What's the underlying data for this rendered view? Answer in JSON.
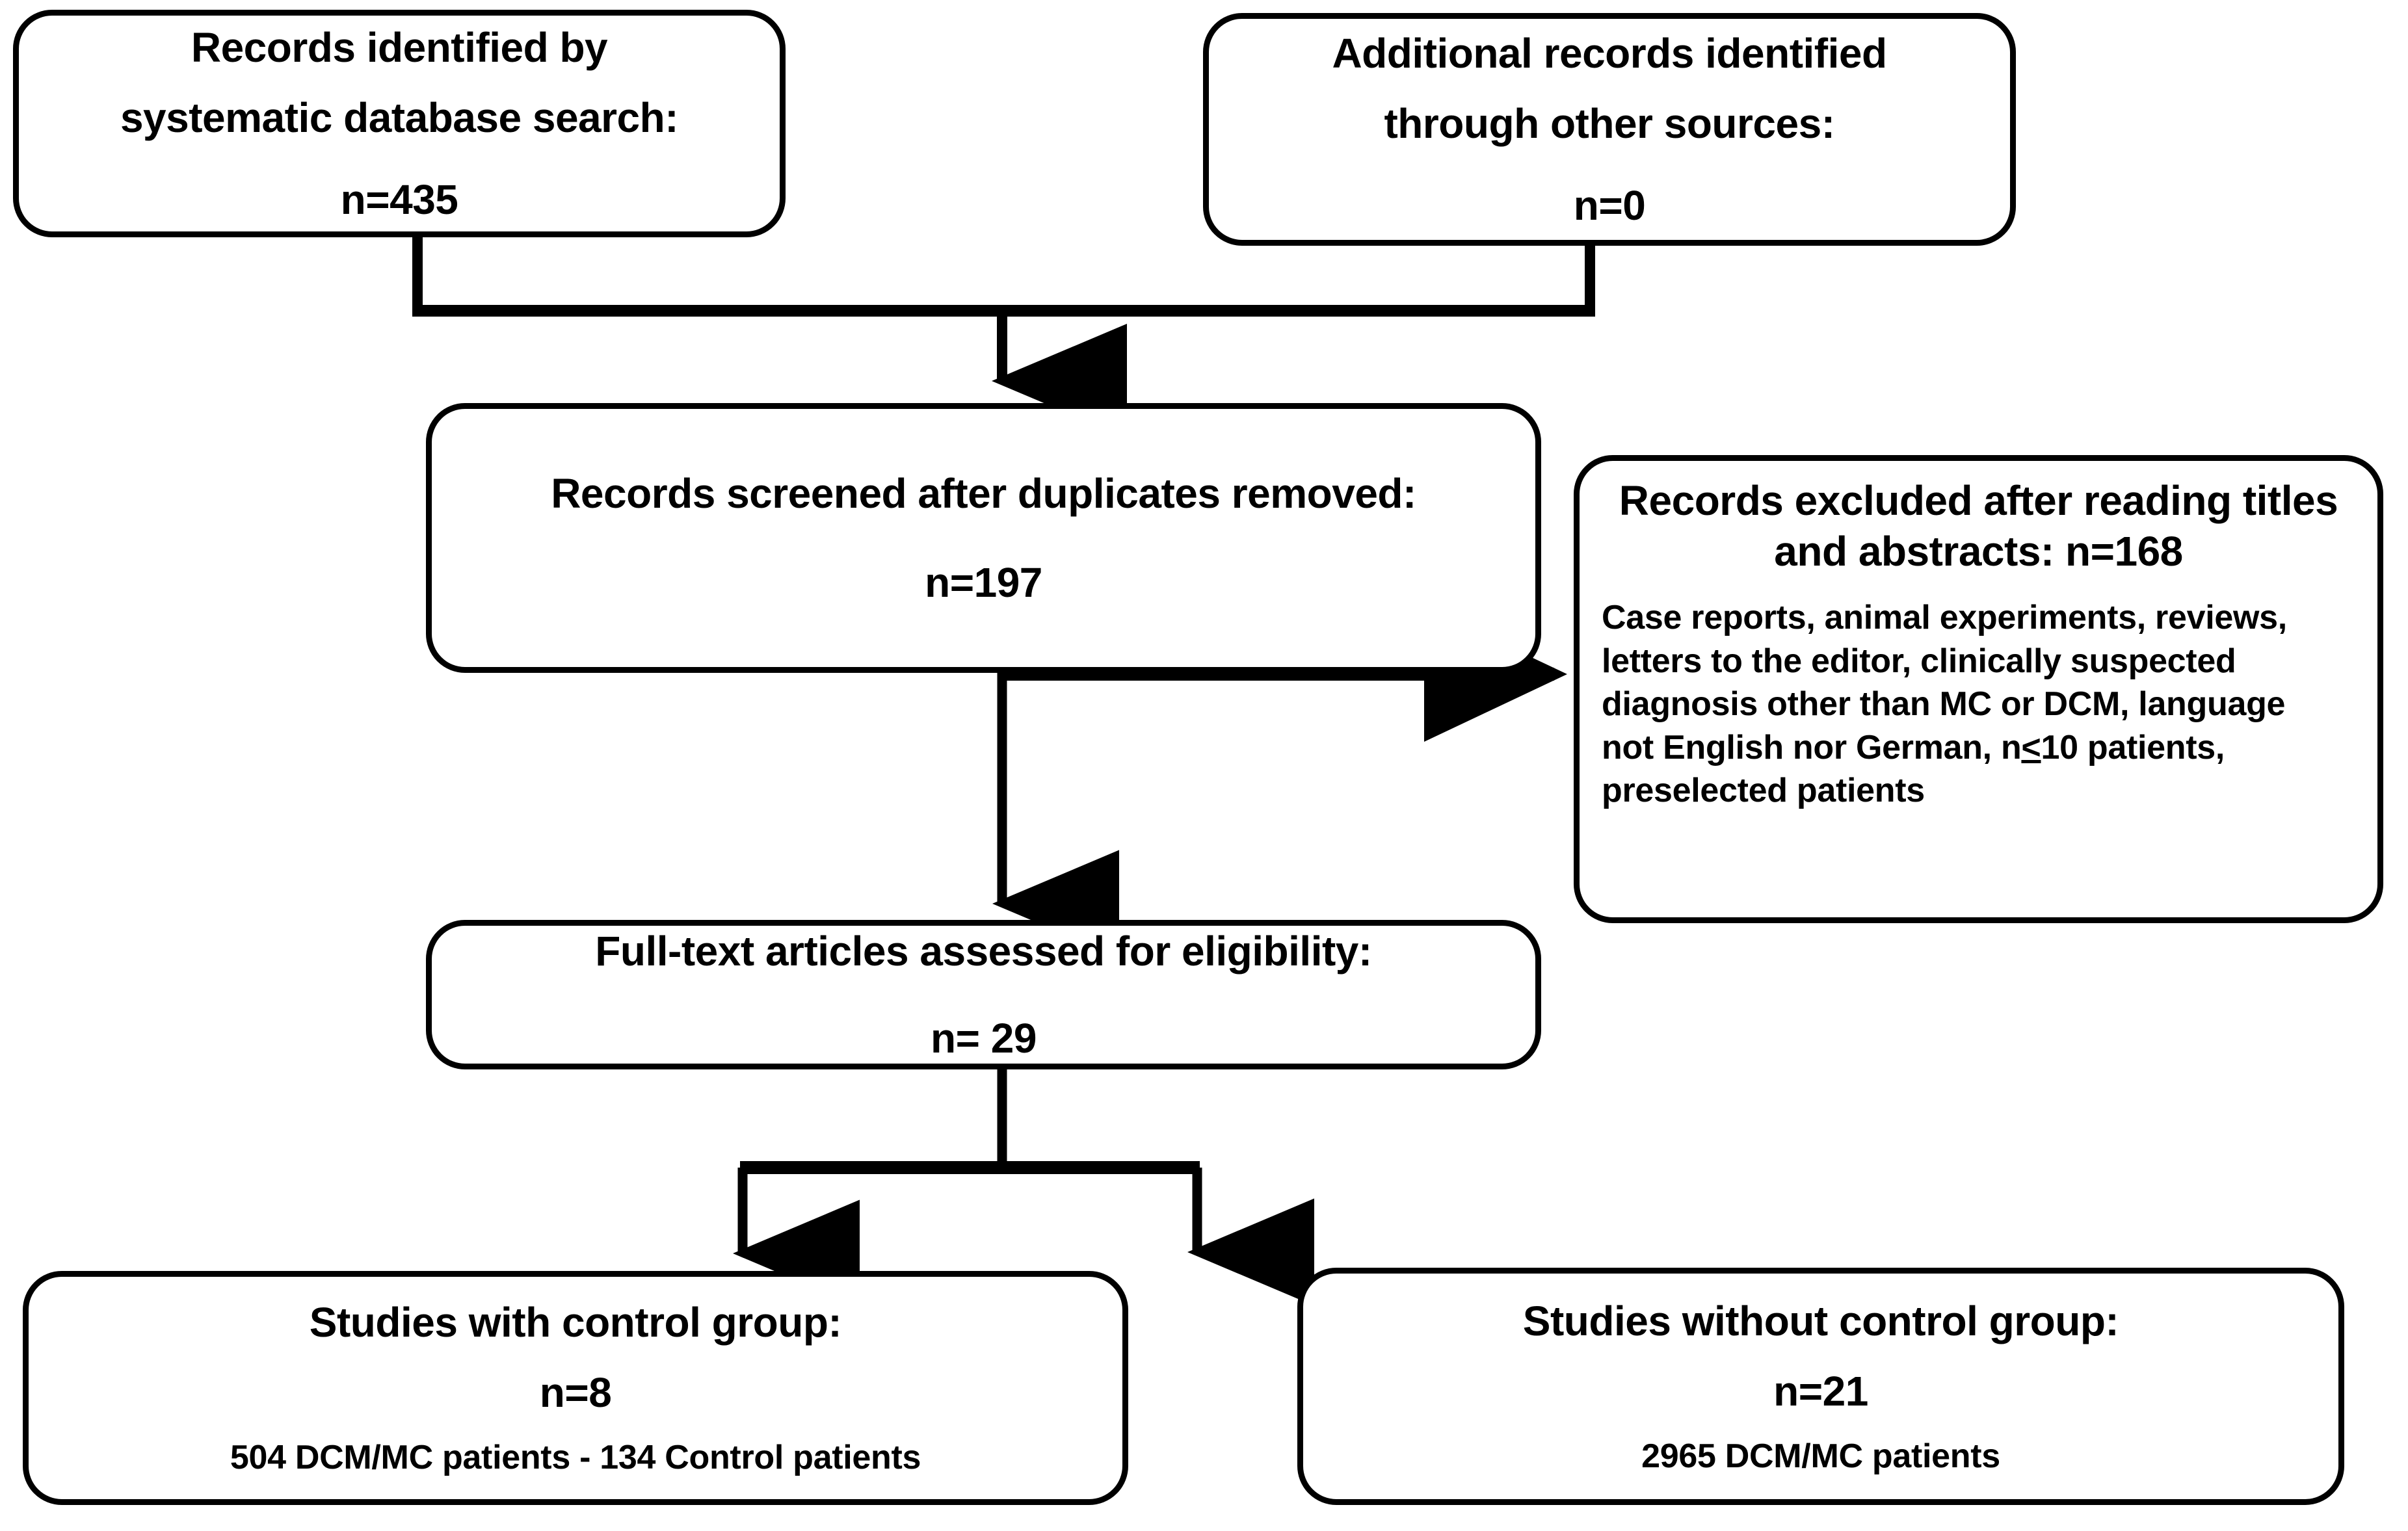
{
  "diagram": {
    "type": "prisma-flow-diagram",
    "title": "PRISMA study selection flow",
    "accent_color": "#000000",
    "background_color": "#ffffff",
    "nodes": {
      "identified": {
        "line1": "Records identified by",
        "line2": "systematic database search:",
        "count": "n=435"
      },
      "additional": {
        "line1": "Additional records identified",
        "line2": "through other sources:",
        "count": "n=0"
      },
      "screened": {
        "line1": "Records screened after duplicates removed:",
        "count": "n=197"
      },
      "excluded": {
        "line1": "Records excluded after reading titles",
        "line2": "and abstracts: n=168",
        "reasons_line1": "Case reports, animal experiments, reviews,",
        "reasons_line2": "letters to the editor, clinically suspected",
        "reasons_line3": "diagnosis other than MC or DCM, language",
        "reasons_line4_a": "not English nor German, n",
        "reasons_line4_b": "<",
        "reasons_line4_c": "10 patients,",
        "reasons_line5": "preselected patients"
      },
      "fulltext": {
        "line1": "Full-text articles assessed for eligibility:",
        "count": "n= 29"
      },
      "with_control": {
        "line1": "Studies with control group:",
        "count": "n=8",
        "detail": "504 DCM/MC patients - 134 Control patients"
      },
      "without_control": {
        "line1": "Studies without control group:",
        "count": "n=21",
        "detail": "2965 DCM/MC patients"
      }
    },
    "connectors": [
      {
        "name": "identified-to-merge",
        "kind": "elbow-down"
      },
      {
        "name": "additional-to-merge",
        "kind": "elbow-down"
      },
      {
        "name": "merge-to-screened",
        "kind": "arrow-down"
      },
      {
        "name": "screened-to-fulltext",
        "kind": "arrow-down"
      },
      {
        "name": "screened-to-excluded",
        "kind": "arrow-right"
      },
      {
        "name": "fulltext-to-with-control",
        "kind": "elbow-arrow-down-left"
      },
      {
        "name": "fulltext-to-without-control",
        "kind": "elbow-arrow-down-right"
      }
    ]
  }
}
